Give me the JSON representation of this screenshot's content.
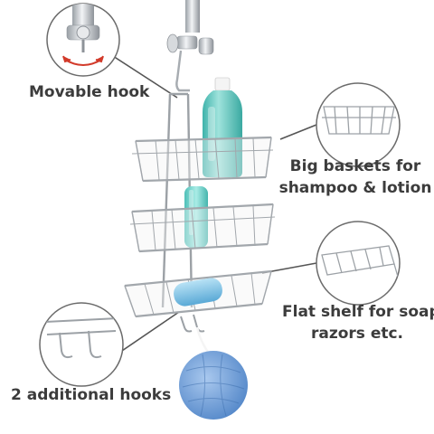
{
  "image": {
    "subject": "chrome-wire-hanging-shower-caddy",
    "colors": {
      "background": "#ffffff",
      "label_text": "#3c3c3c",
      "chrome": "#c9ccd0",
      "chrome_dark": "#8e9399",
      "bottle": "#66c9c3",
      "soap": "#7ec3e6",
      "sponge": "#6f9fd6",
      "callout_circle": "#6b6b6b"
    }
  },
  "callouts": {
    "movable_hook": {
      "label": "Movable hook",
      "icon": "hook-rotation-arrows-icon"
    },
    "big_baskets": {
      "line1": "Big baskets for",
      "line2": "shampoo & lotion",
      "icon": "wire-basket-icon"
    },
    "flat_shelf": {
      "line1": "Flat shelf for soap,",
      "line2": "razors etc.",
      "icon": "flat-wire-shelf-icon"
    },
    "additional_hooks": {
      "label": "2 additional hooks",
      "icon": "double-hook-icon"
    }
  }
}
